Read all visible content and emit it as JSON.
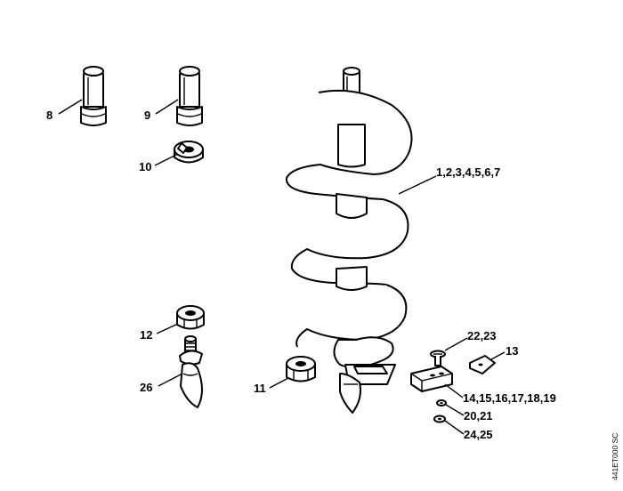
{
  "labels": {
    "p8": "8",
    "p9": "9",
    "p10": "10",
    "p1_7": "1,2,3,4,5,6,7",
    "p12": "12",
    "p26": "26",
    "p11": "11",
    "p22_23": "22,23",
    "p13": "13",
    "p14_19": "14,15,16,17,18,19",
    "p20_21": "20,21",
    "p24_25": "24,25"
  },
  "drawing_code": "441ET000 SC"
}
